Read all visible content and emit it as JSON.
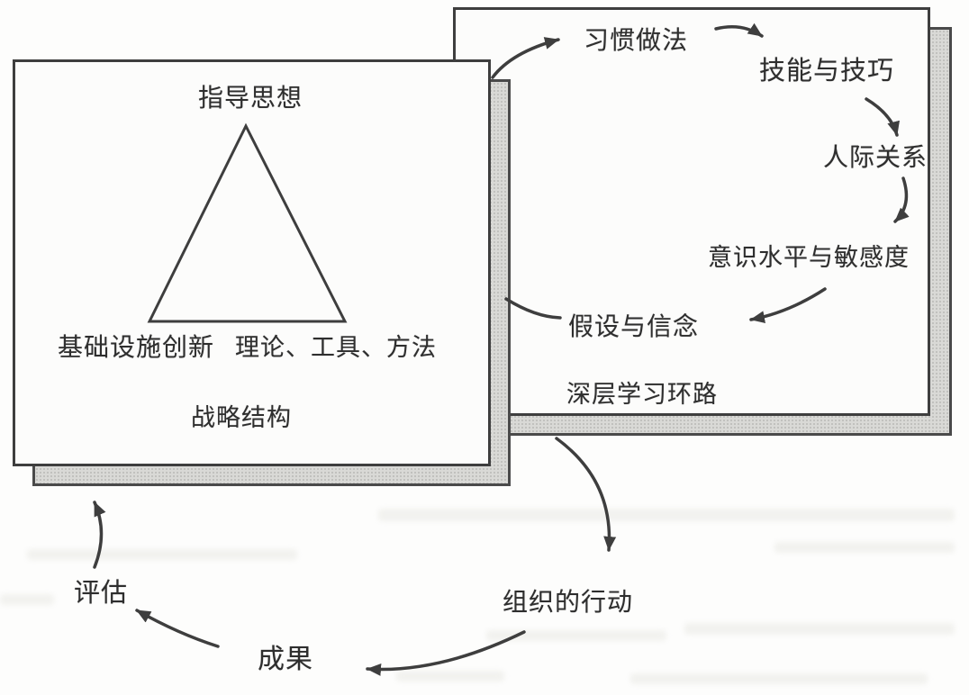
{
  "diagram": {
    "title_semantic": "deep-learning-loop-diagram",
    "left_card": {
      "top_label": "指导思想",
      "bottom_left_label": "基础设施创新",
      "bottom_right_label": "理论、工具、方法",
      "caption": "战略结构"
    },
    "right_card": {
      "cycle": [
        "习惯做法",
        "技能与技巧",
        "人际关系",
        "意识水平与敏感度",
        "假设与信念"
      ],
      "caption": "深层学习环路"
    },
    "outer_loop": {
      "action": "组织的行动",
      "result": "成果",
      "evaluate": "评估"
    },
    "colors": {
      "line": "#3e3e3e",
      "shadow_fill": "#d9d9d6",
      "card_fill": "#fcfcfb",
      "text": "#2e2e2e",
      "page_background": "#fdfdfc"
    }
  }
}
